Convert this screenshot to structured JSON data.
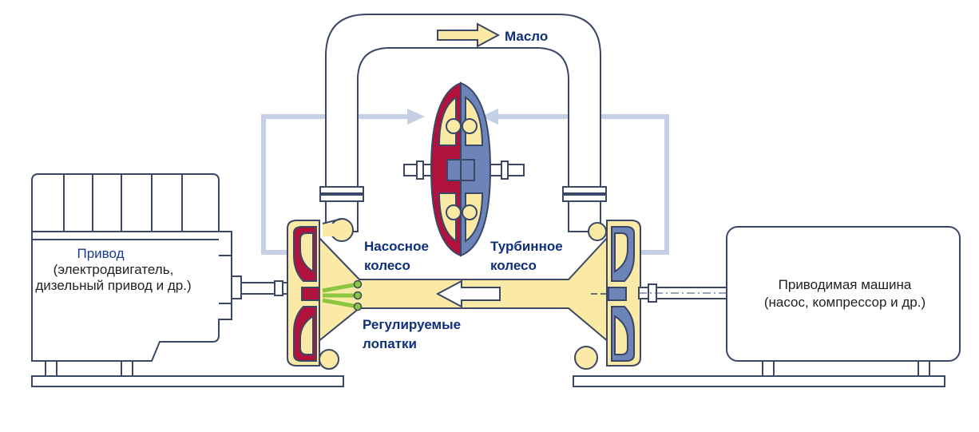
{
  "labels": {
    "oil": "Масло",
    "drive_title": "Привод",
    "drive_sub1": "(электродвигатель,",
    "drive_sub2": "дизельный привод и др.)",
    "pump_wheel1": "Насосное",
    "pump_wheel2": "колесо",
    "turbine_wheel1": "Турбинное",
    "turbine_wheel2": "колесо",
    "guide_vanes1": "Регулируемые",
    "guide_vanes2": "лопатки",
    "driven_title": "Приводимая машина",
    "driven_sub": "(насос, компрессор и др.)"
  },
  "colors": {
    "outline": "#3a4766",
    "oil_fill": "#fbe9a6",
    "pump_red": "#b0123c",
    "turbine_blue": "#6d84b8",
    "circuit": "#c5d0e6",
    "guide_green": "#8cc63f",
    "machine_fill": "#ffffff"
  }
}
